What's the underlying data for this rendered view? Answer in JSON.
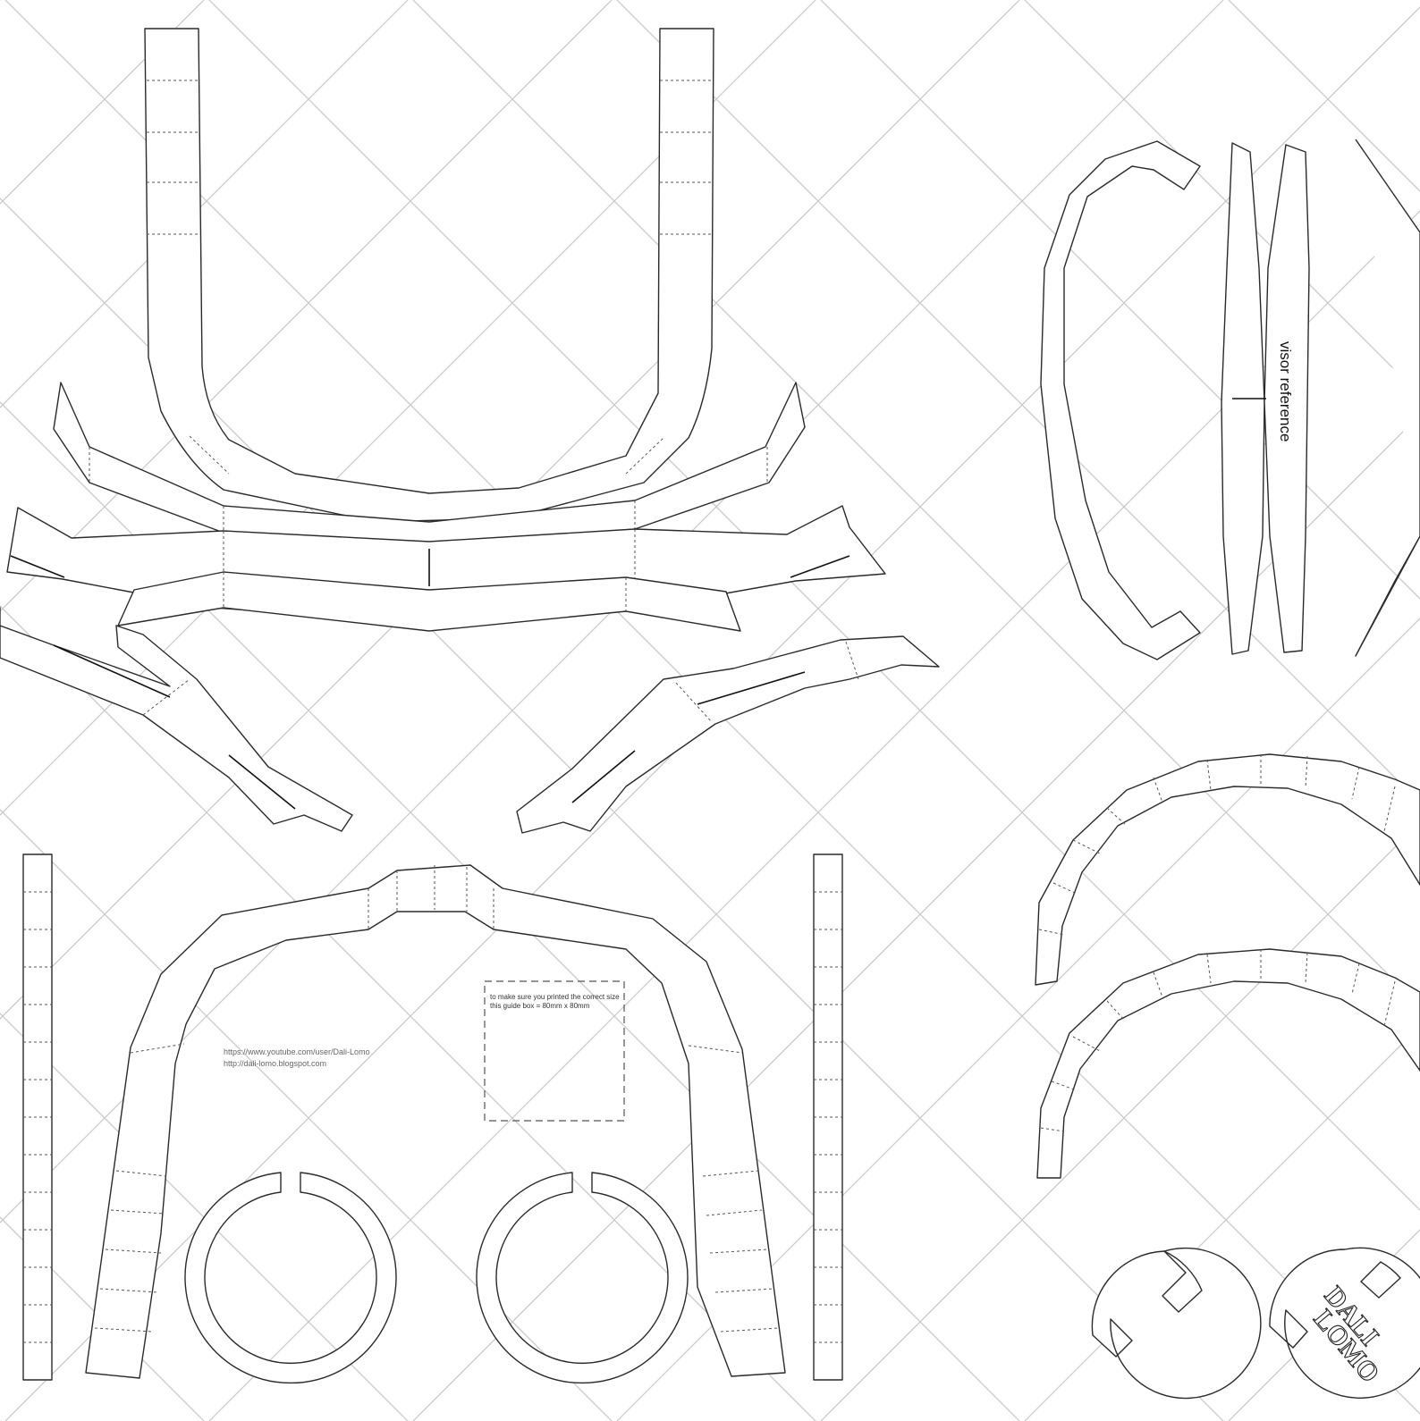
{
  "labels": {
    "visor": "visor reference",
    "guide_line1": "to make sure you printed the correct size",
    "guide_line2": "this guide box = 80mm x 80mm",
    "url_youtube": "https://www.youtube.com/user/Dali-Lomo",
    "url_blog": "http://dali-lomo.blogspot.com",
    "logo_top": "DALI",
    "logo_bottom": "LOMO"
  },
  "colors": {
    "line": "#2a2a2a",
    "grid": "#c8c8c8",
    "paper": "#ffffff"
  }
}
